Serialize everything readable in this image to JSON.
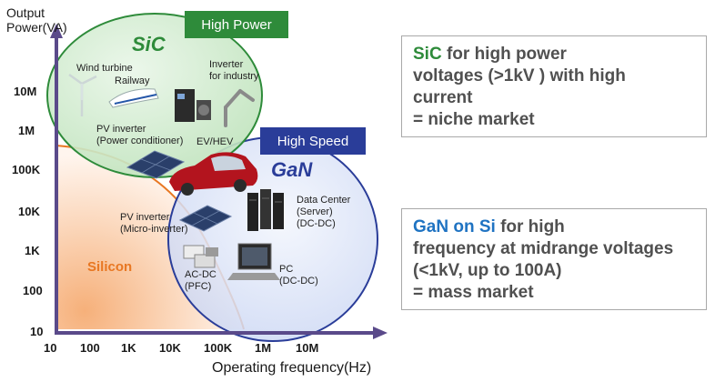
{
  "diagram": {
    "y_axis_title_line1": "Output",
    "y_axis_title_line2": "Power(VA)",
    "x_axis_title": "Operating frequency(Hz)",
    "y_ticks": [
      "10M",
      "1M",
      "100K",
      "10K",
      "1K",
      "100",
      "10"
    ],
    "x_ticks": [
      "10",
      "100",
      "1K",
      "10K",
      "100K",
      "1M",
      "10M"
    ],
    "regions": {
      "sic": {
        "label": "SiC",
        "badge": "High Power",
        "color": "#2e8b3a"
      },
      "gan": {
        "label": "GaN",
        "badge": "High Speed",
        "color": "#2a3d99"
      },
      "silicon": {
        "label": "Silicon",
        "color": "#e87722"
      }
    },
    "applications": {
      "wind_turbine": "Wind turbine",
      "railway": "Railway",
      "inverter_industry_l1": "Inverter",
      "inverter_industry_l2": "for industry",
      "pv_inverter_pc_l1": "PV inverter",
      "pv_inverter_pc_l2": "(Power conditioner)",
      "ev_hev": "EV/HEV",
      "data_center_l1": "Data Center",
      "data_center_l2": "(Server)",
      "data_center_l3": "(DC-DC)",
      "pv_inverter_micro_l1": "PV inverter",
      "pv_inverter_micro_l2": "(Micro-inverter)",
      "ac_dc_l1": "AC-DC",
      "ac_dc_l2": "(PFC)",
      "pc_l1": "PC",
      "pc_l2": "(DC-DC)"
    }
  },
  "callouts": {
    "sic": {
      "keyword": "SiC",
      "line1_rest": " for high power",
      "line2": "voltages (>1kV ) with high",
      "line3": "current",
      "line4": "= niche market"
    },
    "gan": {
      "keyword": "GaN on Si",
      "line1_rest": " for high",
      "line2": "frequency at midrange voltages",
      "line3": "(<1kV, up to 100A)",
      "line4": "= mass market"
    }
  }
}
